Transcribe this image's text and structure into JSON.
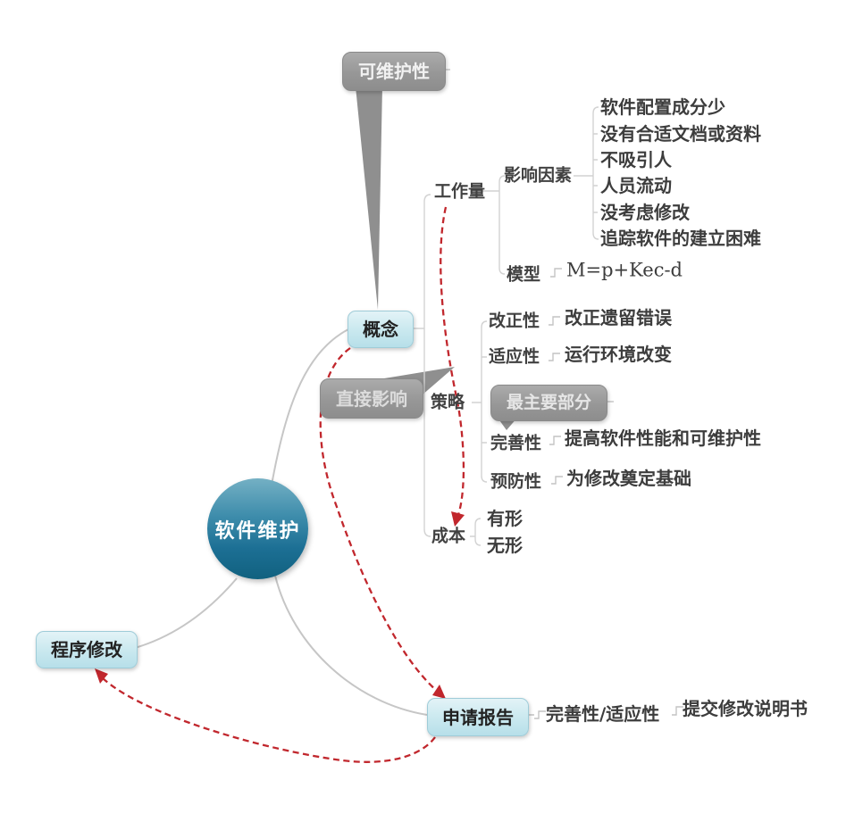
{
  "root_label": "软件维护",
  "nodes": {
    "maintainability": "可维护性",
    "concept": "概念",
    "direct_impact": "直接影响",
    "main_part": "最主要部分",
    "program_change": "程序修改",
    "request_report": "申请报告"
  },
  "topics": {
    "workload": "工作量",
    "influence_factors": "影响因素",
    "factor_items": [
      "软件配置成分少",
      "没有合适文档或资料",
      "不吸引人",
      "人员流动",
      "没考虑修改",
      "追踪软件的建立困难"
    ],
    "model": "模型",
    "model_formula": "M=p+Kec-d",
    "strategy": "策略",
    "strategy_rows": [
      {
        "label": "改正性",
        "desc": "改正遗留错误"
      },
      {
        "label": "适应性",
        "desc": "运行环境改变"
      },
      {
        "label": "完善性",
        "desc": "提高软件性能和可维护性"
      },
      {
        "label": "预防性",
        "desc": "为修改奠定基础"
      }
    ],
    "cost": "成本",
    "cost_items": [
      "有形",
      "无形"
    ],
    "report_type": "完善性/适应性",
    "report_desc": "提交修改说明书"
  },
  "colors": {
    "relationship_red": "#c1272d",
    "callout_gray": "#949494",
    "topic_blue_light": "#c9e7ef",
    "root_blue": "#16648a",
    "branch_gray": "#c6c6c6"
  }
}
